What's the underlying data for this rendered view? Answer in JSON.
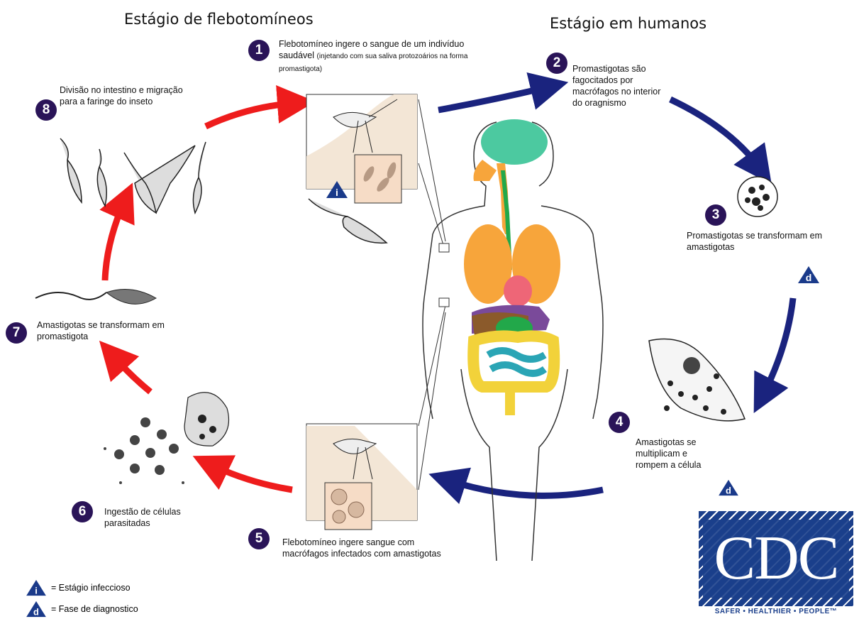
{
  "headings": {
    "sandfly_stage": "Estágio de flebotomíneos",
    "human_stage": "Estágio em humanos"
  },
  "steps": [
    {
      "num": "1",
      "text_main": "Flebotomíneo ingere o sangue de um indivíduo saudável",
      "text_small": "(injetando com sua saliva protozoários na forma promastigota)"
    },
    {
      "num": "2",
      "text": "Promastigotas são fagocitados por macrófagos no interior do oragnismo"
    },
    {
      "num": "3",
      "text": "Promastigotas se transformam em amastigotas"
    },
    {
      "num": "4",
      "text": "Amastigotas se multiplicam e rompem a célula"
    },
    {
      "num": "5",
      "text": "Flebotomíneo ingere sangue com macrófagos infectados com amastigotas"
    },
    {
      "num": "6",
      "text": "Ingestão de células parasitadas"
    },
    {
      "num": "7",
      "text": "Amastigotas se transformam em promastigota"
    },
    {
      "num": "8",
      "text": "Divisão no intestino e migração para a faringe do inseto"
    }
  ],
  "markers": {
    "infective": "i",
    "diagnostic": "d"
  },
  "legend": {
    "infective_label": "= Estágio infeccioso",
    "diagnostic_label": "= Fase de diagnostico"
  },
  "logo": {
    "text": "CDC",
    "tagline": "SAFER • HEALTHIER • PEOPLE™"
  },
  "colors": {
    "blue_arrow": "#1a237e",
    "red_arrow": "#ee1c1c",
    "step_circle": "#2a1458",
    "marker": "#1a3a8a",
    "logo_blue": "#1b3f8b"
  }
}
